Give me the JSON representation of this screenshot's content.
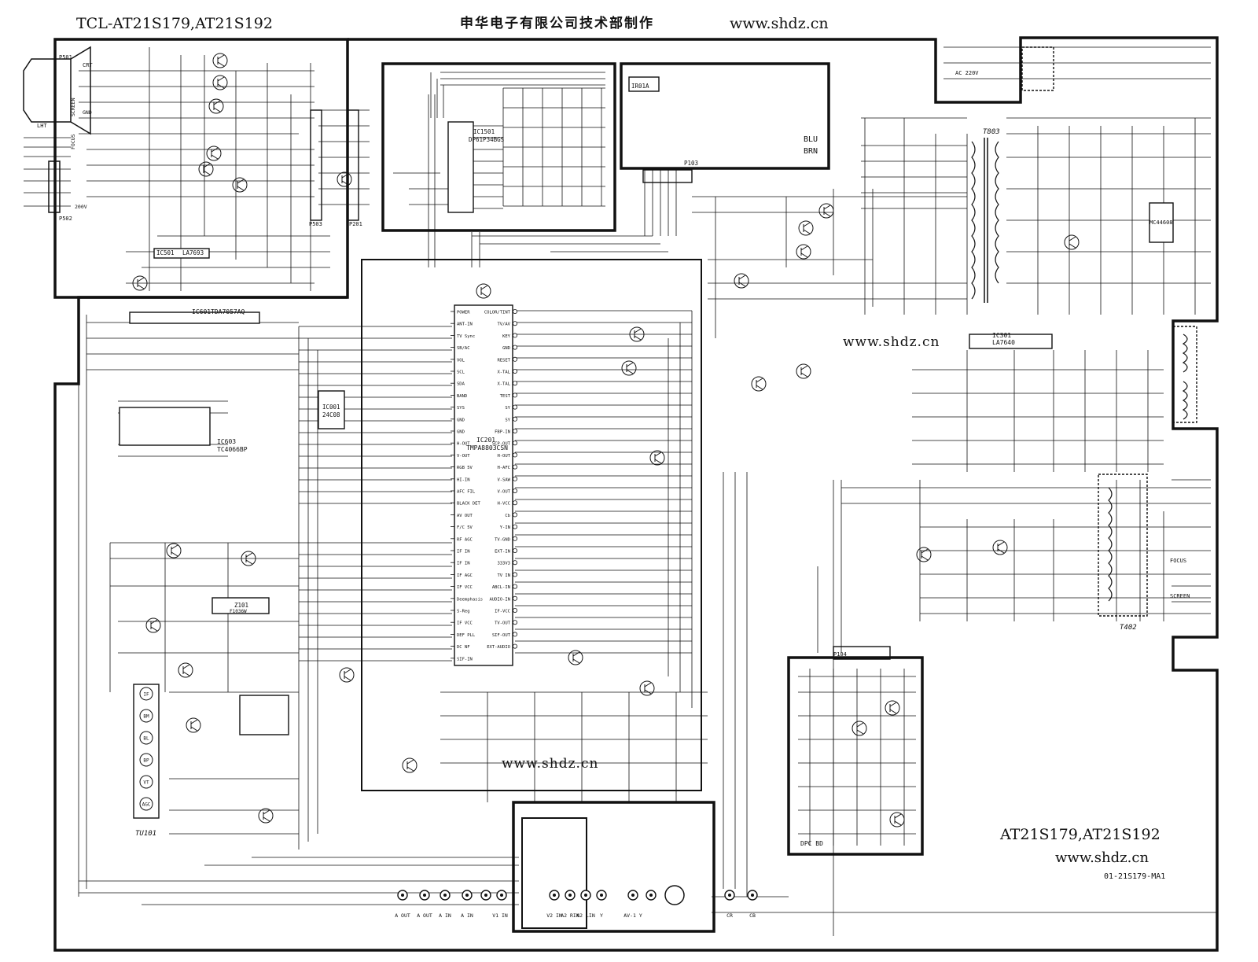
{
  "header": {
    "model_title": "TCL-AT21S179,AT21S192",
    "author": "申华电子有限公司技术部制作",
    "website": "www.shdz.cn"
  },
  "watermarks": [
    "www.shdz.cn",
    "www.shdz.cn"
  ],
  "footer": {
    "models": "AT21S179,AT21S192",
    "website": "www.shdz.cn",
    "drawing_code": "01-21S179-MA1"
  },
  "blocks": {
    "crt_board": {
      "label": "CRT",
      "ic": "IC501",
      "ic_name": "LA7693",
      "connectors": [
        "P501",
        "P502",
        "P503",
        "P201"
      ],
      "marks": [
        "LHT",
        "FOCUS",
        "SCREEN",
        "200V",
        "GND"
      ]
    },
    "keyboard_ic": {
      "ref": "IC1501",
      "part": "DP61P34BGS"
    },
    "ir_panel": {
      "ref": "IR01A",
      "connector": "P103",
      "led_labels": [
        "BLU",
        "BRN"
      ]
    },
    "audio_amp": {
      "ref": "IC601",
      "part": "TDA7057AQ"
    },
    "audio_switch": {
      "ref": "IC603",
      "part": "TC4066BP"
    },
    "eeprom": {
      "ref": "IC001",
      "part": "24C08"
    },
    "main_cpu": {
      "ref": "IC201",
      "part": "TMPA8803CSN"
    },
    "vertical": {
      "ref": "IC301",
      "part": "LA7640"
    },
    "power_ic": {
      "part": "MC44608"
    },
    "saw_filter": {
      "ref": "Z101",
      "part": "F1036W"
    },
    "tuner": {
      "ref": "TU101"
    },
    "dpc_board": {
      "label": "DPC BD",
      "connector": "P104"
    },
    "flyback": {
      "ref": "T402",
      "outputs": [
        "FOCUS",
        "SCREEN"
      ]
    },
    "smps_transformer": {
      "ref": "T803"
    },
    "mains": {
      "label": "AC 220V"
    }
  },
  "cpu_pins_left": [
    "POWER",
    "ANT-IN",
    "TV Sync",
    "SB/AC",
    "VOL",
    "SCL",
    "SDA",
    "BAND",
    "SYS",
    "GND",
    "GND",
    "H-OUT",
    "V-OUT",
    "RGB 5V",
    "HI-IN",
    "AFC FIL",
    "BLACK DET",
    "AV OUT",
    "F/C 5V",
    "RF AGC",
    "IF IN",
    "IF IN",
    "IF AGC",
    "IF VCC",
    "Deemphasis",
    "S-Reg",
    "IF VCC",
    "DEF PLL",
    "DC NF",
    "SIF-IN"
  ],
  "cpu_pins_right": [
    "COLOR/TINT",
    "TV/AV",
    "KEY",
    "GND",
    "RESET",
    "X-TAL",
    "X-TAL",
    "TEST",
    "SY",
    "SY",
    "FBP-IN",
    "SCP-OUT",
    "H-OUT",
    "H-AFC",
    "V-SAW",
    "V-OUT",
    "H-VCC",
    "Cb",
    "Y-IN",
    "TV-GND",
    "EXT-IN",
    "333V3",
    "TV IN",
    "ABCL-IN",
    "AUDIO-IN",
    "IF-VCC",
    "TV-OUT",
    "SIF-OUT",
    "EXT-AUDIO"
  ],
  "tuner_pins": [
    "IF",
    "BM",
    "BL",
    "BP",
    "VT",
    "AGC"
  ],
  "av_jacks": [
    "A OUT",
    "A OUT",
    "A IN",
    "A IN",
    "V1 IN",
    "V2 IN",
    "A2 RIN",
    "A2 LIN",
    "Y",
    "AV-1 Y",
    "CR",
    "CB"
  ],
  "colors": {
    "ink": "#111111",
    "paper": "#ffffff"
  }
}
